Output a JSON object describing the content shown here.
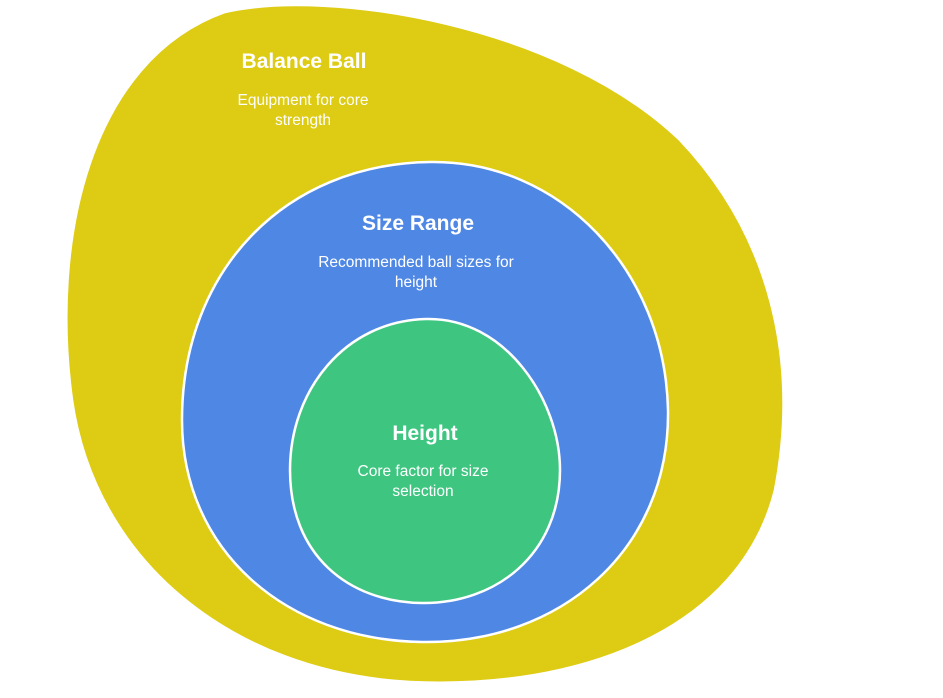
{
  "layers": [
    {
      "id": "outer",
      "title": "Balance Ball",
      "description": "Equipment for core strength",
      "color": "#DDCB14"
    },
    {
      "id": "middle",
      "title": "Size Range",
      "description": "Recommended ball sizes for height",
      "color": "#4E87E4"
    },
    {
      "id": "inner",
      "title": "Height",
      "description": "Core factor for size selection",
      "color": "#3EC681"
    }
  ]
}
